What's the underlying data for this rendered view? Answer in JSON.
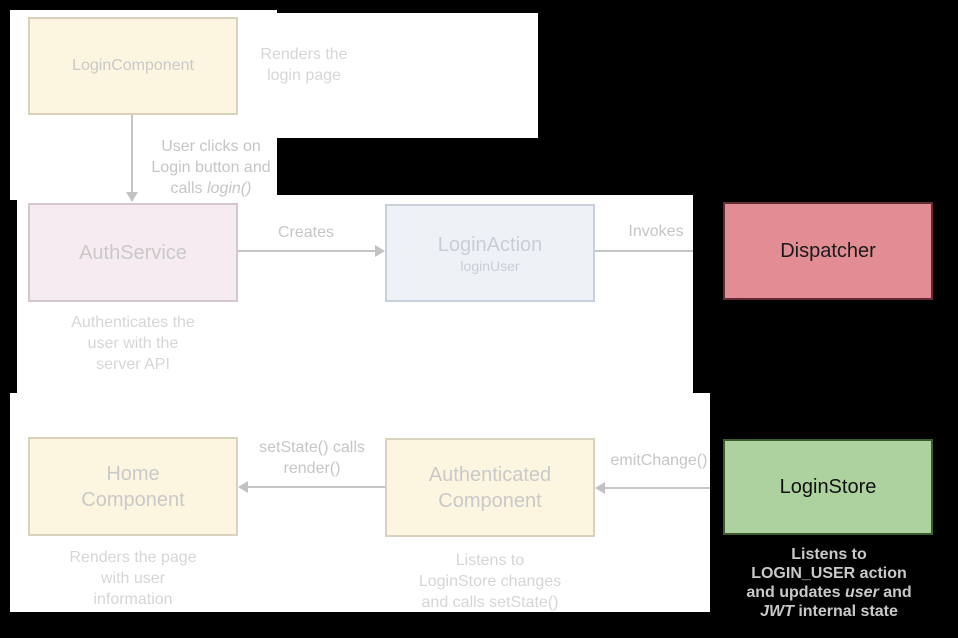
{
  "nodes": {
    "login_component": {
      "label": "LoginComponent"
    },
    "auth_service": {
      "label": "AuthService"
    },
    "login_action": {
      "label": "LoginAction",
      "sublabel": "loginUser"
    },
    "dispatcher": {
      "label": "Dispatcher"
    },
    "home_component": {
      "label_line1": "Home",
      "label_line2": "Component"
    },
    "authenticated_component": {
      "label_line1": "Authenticated",
      "label_line2": "Component"
    },
    "login_store": {
      "label": "LoginStore"
    }
  },
  "edges": {
    "creates": "Creates",
    "invokes": "Invokes",
    "user_clicks": {
      "line1": "User clicks on",
      "line2": "Login button and",
      "line3_pre": "calls ",
      "line3_italic": "login()"
    },
    "set_state": {
      "line1": "setState() calls",
      "line2": "render()"
    },
    "emit_change": "emitChange()"
  },
  "captions": {
    "renders_login": {
      "line1": "Renders the",
      "line2": "login page"
    },
    "authenticates": {
      "line1": "Authenticates the",
      "line2": "user with the",
      "line3": "server API"
    },
    "renders_page": {
      "line1": "Renders the page",
      "line2": "with user",
      "line3": "information"
    },
    "listens_changes": {
      "line1": "Listens to",
      "line2": "LoginStore changes",
      "line3": "and calls setState()"
    },
    "login_store_note": {
      "line1": "Listens to",
      "line2": "LOGIN_USER action",
      "line3_pre": "and updates ",
      "line3_italic": "user",
      "line3_post": " and",
      "line4_italic": "JWT",
      "line4_post": " internal state"
    }
  },
  "colors": {
    "page_background": "#000000",
    "panel_background": "#ffffff",
    "dispatcher_fill": "#e18d93",
    "dispatcher_border": "#632a31",
    "login_store_fill": "#aed29f",
    "login_store_border": "#3a5c2e",
    "faded_cream_fill": "#fcf5df",
    "faded_pink_fill": "#f6ebf1",
    "faded_blue_fill": "#eef1f6",
    "faded_text": "#c9c9c9",
    "arrow_gray": "#c6c6c6"
  }
}
